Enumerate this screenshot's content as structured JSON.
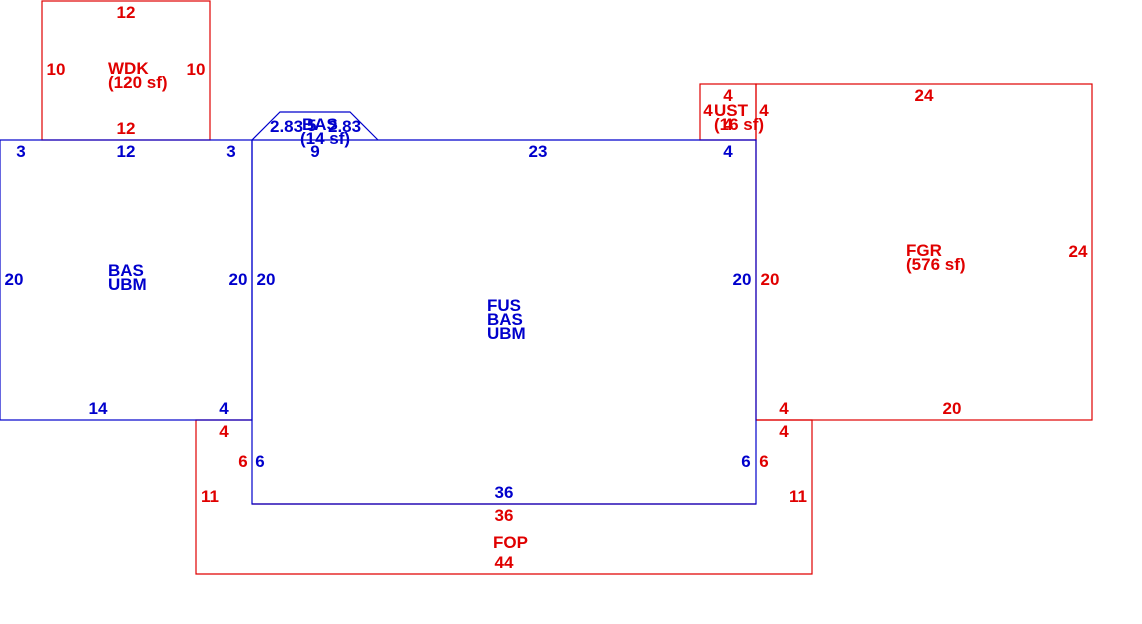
{
  "colors": {
    "red": "#e00000",
    "blue": "#0000cc",
    "background": "#ffffff"
  },
  "areas": {
    "wdk": {
      "code": "WDK",
      "sf": "(120 sf)"
    },
    "bas_left": {
      "code1": "BAS",
      "code2": "UBM"
    },
    "main": {
      "code1": "FUS",
      "code2": "BAS",
      "code3": "UBM"
    },
    "bay": {
      "code": "BAS",
      "sf": "(14 sf)"
    },
    "ust": {
      "code": "UST",
      "sf": "(16 sf)"
    },
    "fgr": {
      "code": "FGR",
      "sf": "(576 sf)"
    },
    "fop": {
      "code": "FOP"
    }
  },
  "dims": {
    "wdk_top": "12",
    "wdk_left": "10",
    "wdk_right": "10",
    "wdk_bottom": "12",
    "bas_top_left": "3",
    "bas_top_mid": "12",
    "bas_top_right": "3",
    "bas_left": "20",
    "bas_right": "20",
    "bas_bottom": "14",
    "bas_bottom_right": "4",
    "main_left": "20",
    "main_right": "20",
    "main_top_9": "9",
    "main_top_23": "23",
    "main_top_4": "4",
    "bay_left": "2.83",
    "bay_right": "2.83",
    "bay_top": "5",
    "ust_top": "4",
    "ust_left": "4",
    "ust_right": "4",
    "ust_bottom": "4",
    "fgr_top": "24",
    "fgr_right": "24",
    "fgr_left": "20",
    "fgr_bottom": "20",
    "fgr_bottom_left": "4",
    "main_6_left": "6",
    "main_6_right": "6",
    "main_bottom": "36",
    "fop_left_4": "4",
    "fop_left_6": "6",
    "fop_left_11": "11",
    "fop_right_4": "4",
    "fop_right_6": "6",
    "fop_right_11": "11",
    "fop_top": "36",
    "fop_bottom": "44"
  }
}
